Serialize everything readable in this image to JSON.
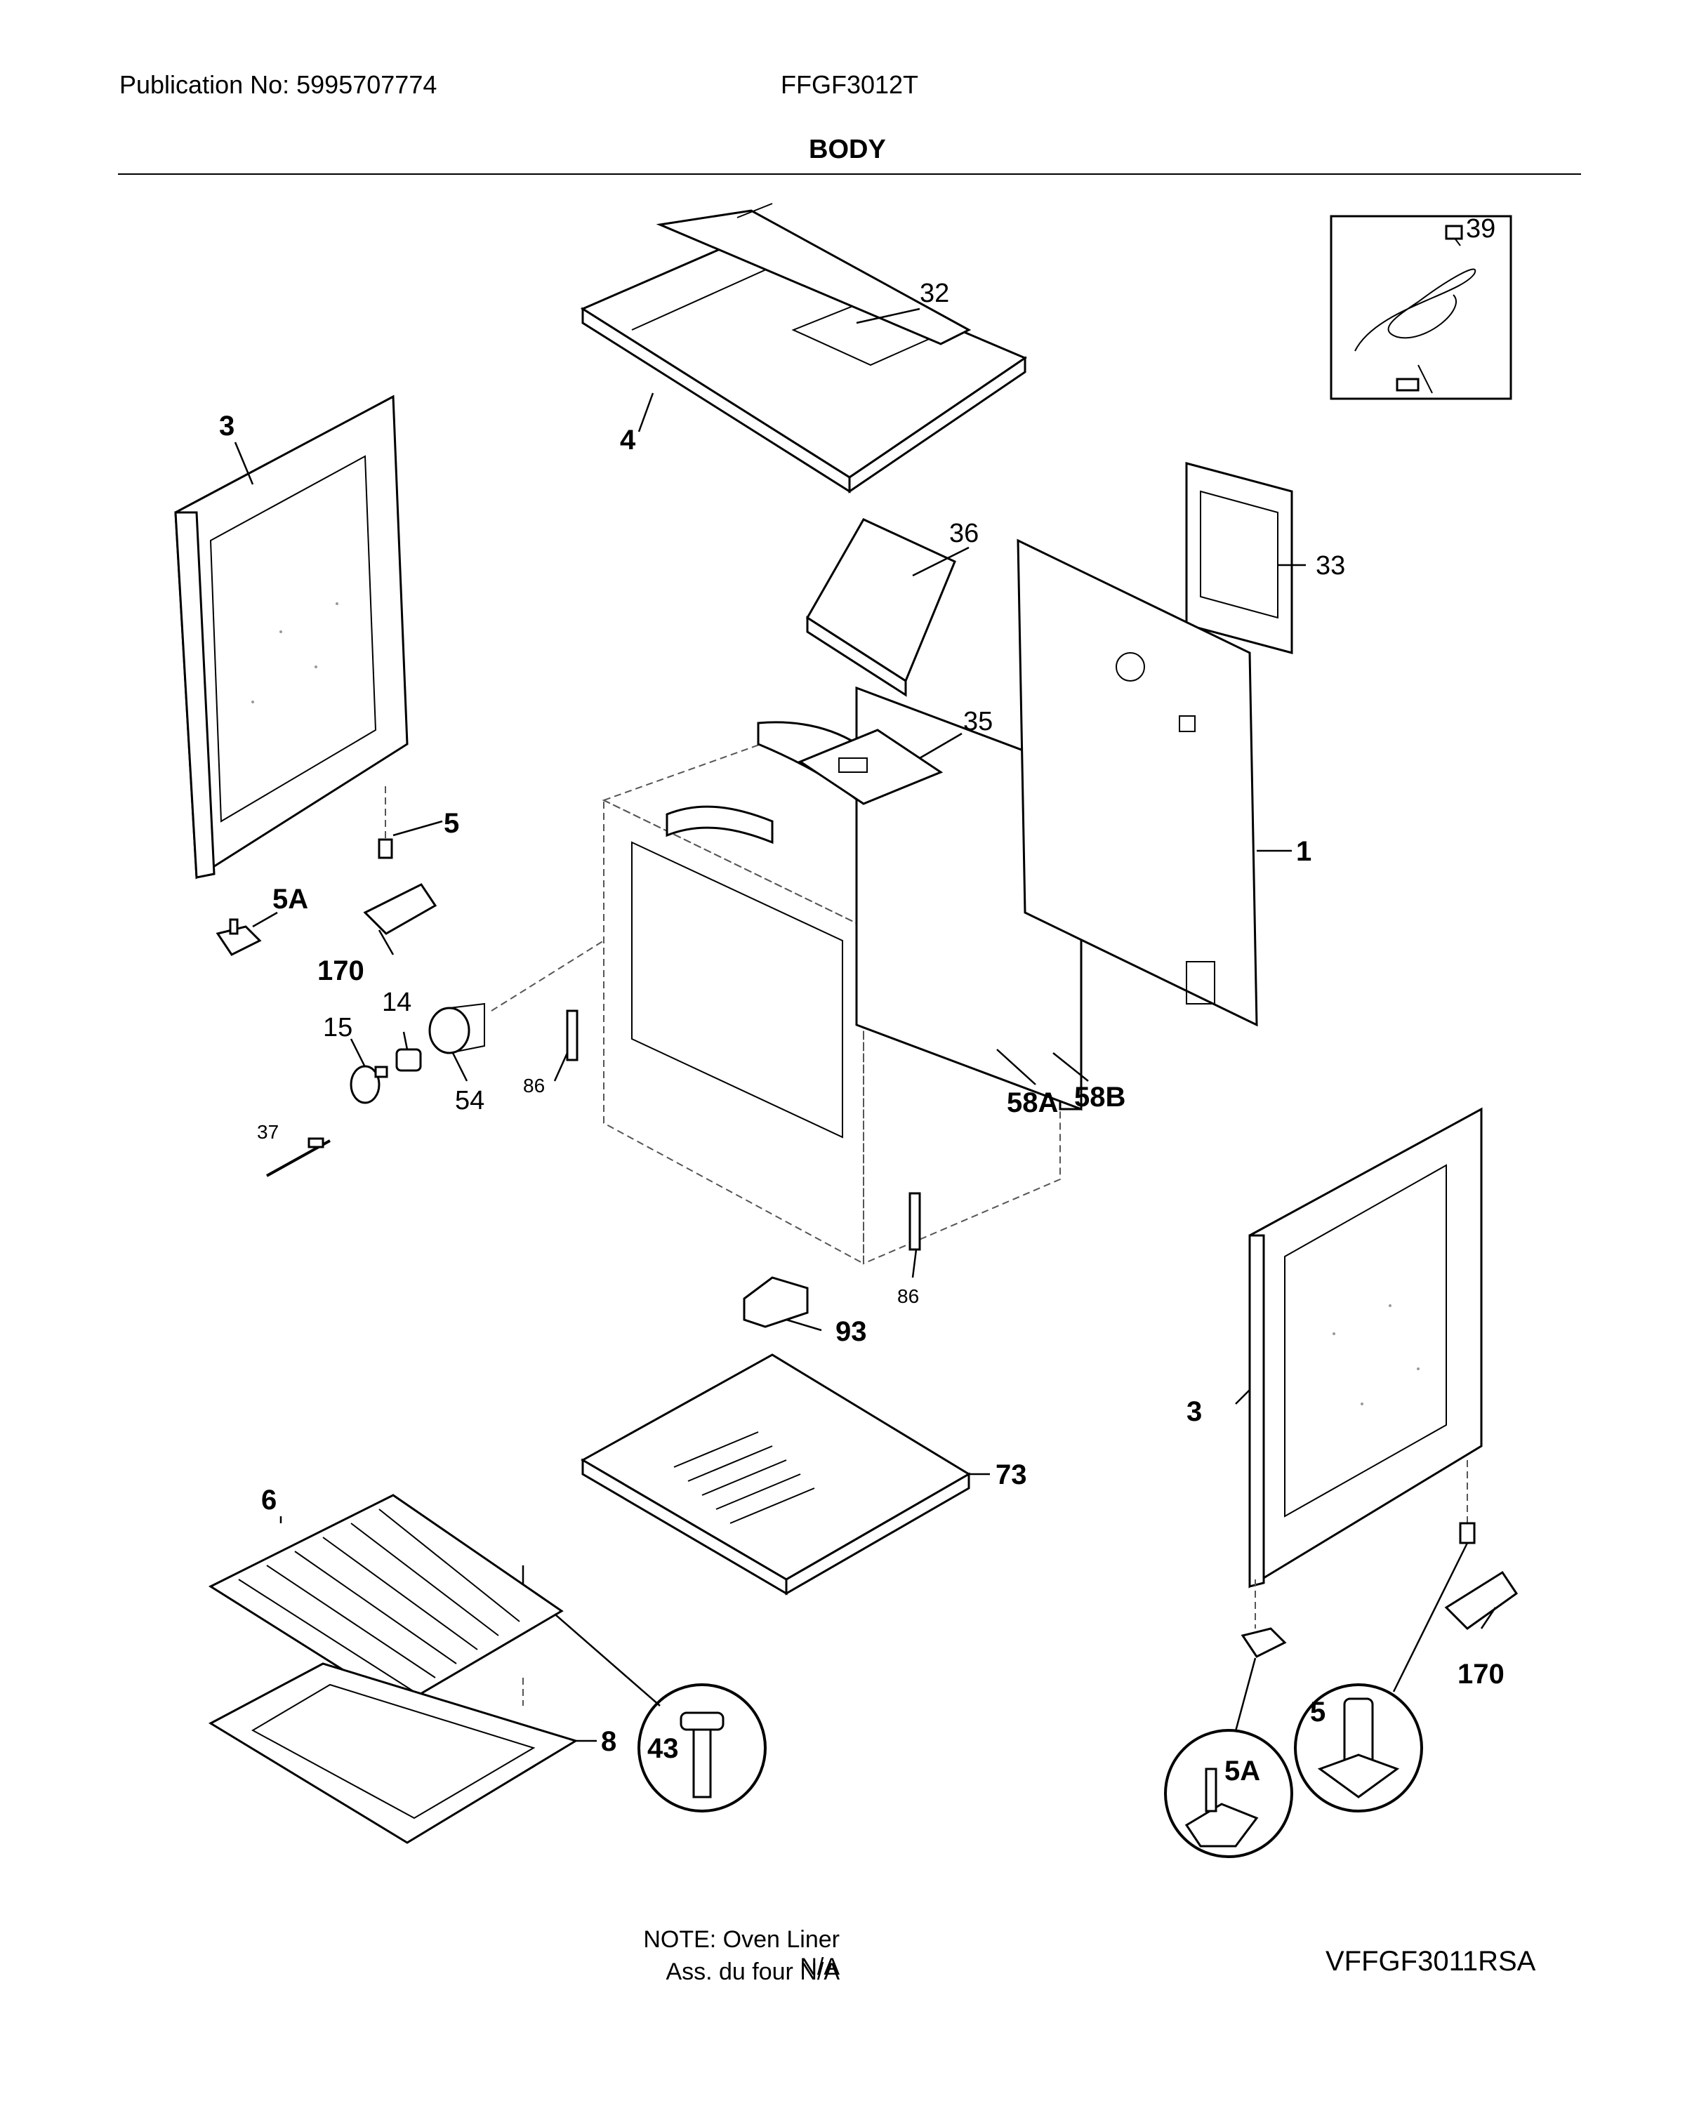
{
  "header": {
    "publication": "Publication No: 5995707774",
    "model": "FFGF3012T",
    "section_title": "BODY"
  },
  "callouts": {
    "c1": "1",
    "c3_left": "3",
    "c3_right": "3",
    "c4": "4",
    "c5_left": "5",
    "c5_detail": "5",
    "c5a_left": "5A",
    "c5a_detail": "5A",
    "c6": "6",
    "c8": "8",
    "c14": "14",
    "c15": "15",
    "c32": "32",
    "c33": "33",
    "c35": "35",
    "c36": "36",
    "c37": "37",
    "c39": "39",
    "c43": "43",
    "c54": "54",
    "c58a": "58A",
    "c58b": "58B",
    "c73": "73",
    "c86_top": "86",
    "c86_bottom": "86",
    "c93": "93",
    "c170_left": "170",
    "c170_right": "170"
  },
  "footer": {
    "note_line1": "NOTE: Oven Liner N/A",
    "note_line2": "Ass. du four N/A",
    "drawing_code": "VFFGF3011RSA"
  }
}
